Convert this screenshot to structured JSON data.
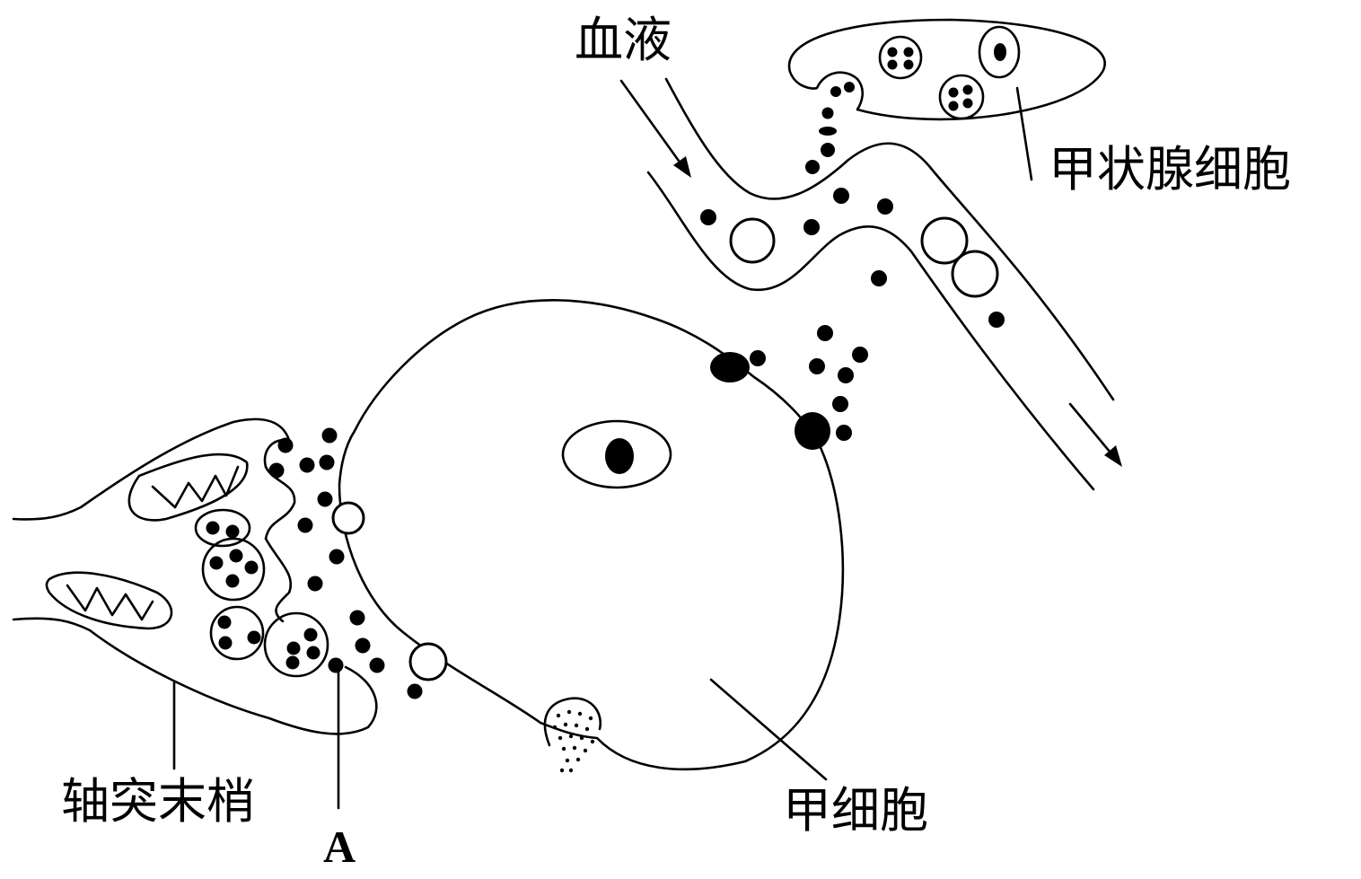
{
  "labels": {
    "blood": "血液",
    "thyroid_cell": "甲状腺细胞",
    "axon_terminal": "轴突末梢",
    "point_a": "A",
    "cell_a": "甲细胞"
  },
  "colors": {
    "ink": "#000000",
    "background": "#ffffff"
  }
}
